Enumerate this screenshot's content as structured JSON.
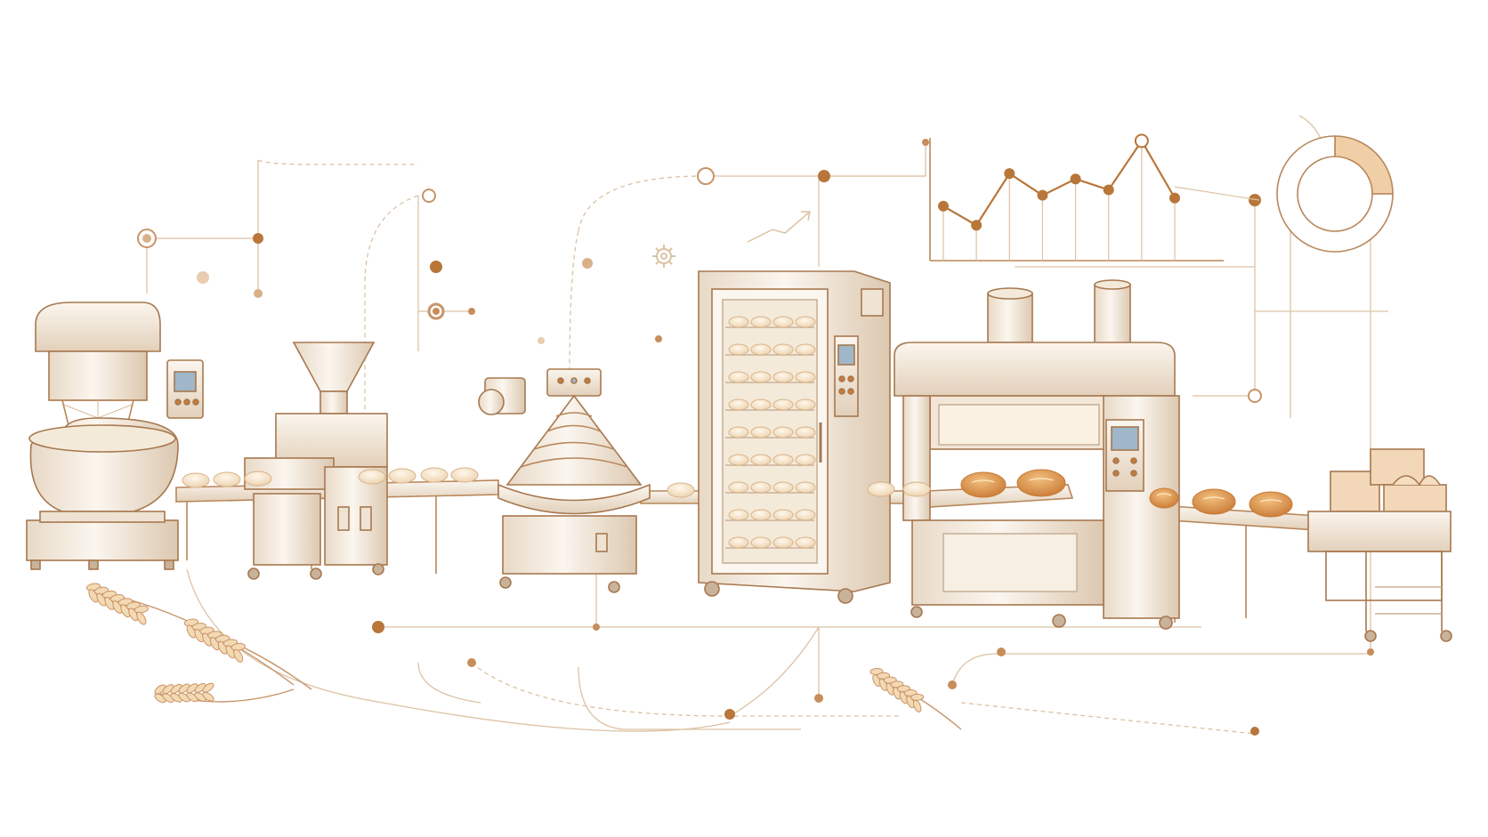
{
  "palette": {
    "background": "#ffffff",
    "line": "#b8875a",
    "line_light": "#dcc2a4",
    "accent": "#b8763a",
    "metal_light": "#faf4ec",
    "metal_mid": "#eadccb",
    "metal_dark": "#c9b29a",
    "bread": "#e9a45c",
    "bread_dark": "#c97a36",
    "dough": "#f7e7cf",
    "screen": "#9fb7c8",
    "box": "#f2d8b8"
  },
  "scene": {
    "description_icons": [
      "wheat-icon",
      "gear-icon",
      "line-chart",
      "donut-chart"
    ],
    "stations": [
      {
        "name": "spiral-mixer"
      },
      {
        "name": "dough-divider"
      },
      {
        "name": "conical-rounder"
      },
      {
        "name": "proofing-cabinet"
      },
      {
        "name": "deck-oven"
      },
      {
        "name": "packaging-station"
      }
    ]
  },
  "chart_data": [
    {
      "type": "line",
      "title": "",
      "xlabel": "",
      "ylabel": "",
      "x": [
        1,
        2,
        3,
        4,
        5,
        6,
        7,
        8
      ],
      "series": [
        {
          "values": [
            2,
            1.3,
            3.2,
            2.4,
            3.0,
            2.6,
            4.4,
            2.3
          ]
        }
      ]
    },
    {
      "type": "pie",
      "title": "",
      "slices": [
        {
          "value": 25,
          "highlighted": true
        },
        {
          "value": 75,
          "highlighted": false
        }
      ]
    }
  ]
}
